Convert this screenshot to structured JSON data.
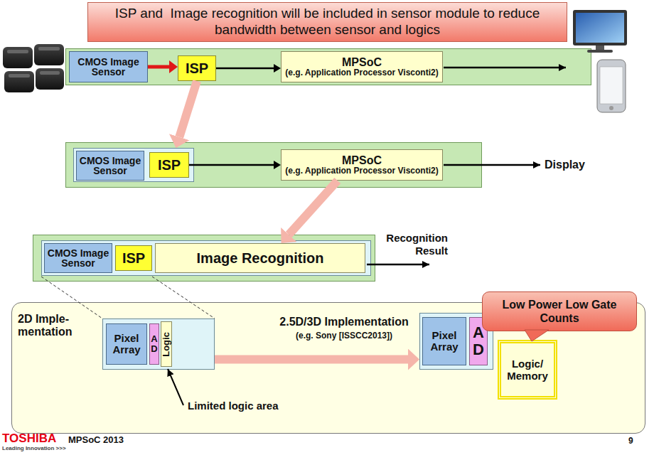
{
  "diagram": {
    "title": "ISP and  Image recognition will be included in sensor module to reduce bandwidth between sensor and logics",
    "nodes": [
      {
        "text": []
      },
      {
        "text": [
          "CMOS Image Sensor"
        ],
        "in": 0
      },
      {
        "text": [
          "ISP"
        ],
        "in": 0
      },
      {
        "text": [
          "MPSoC",
          "(e.g. Application Processor Visconti2)"
        ],
        "in": 0
      },
      {
        "text": []
      },
      {
        "text": [],
        "in": 4
      },
      {
        "text": [
          "CMOS Image Sensor"
        ],
        "in": 5
      },
      {
        "text": [
          "ISP"
        ],
        "in": 5
      },
      {
        "text": [
          "MPSoC",
          "(e.g. Application Processor Visconti2)"
        ],
        "in": 4
      },
      {
        "text": []
      },
      {
        "text": [],
        "in": 9
      },
      {
        "text": [
          "CMOS Image Sensor"
        ],
        "in": 10
      },
      {
        "text": [
          "ISP"
        ],
        "in": 10
      },
      {
        "text": [
          "Image Recognition"
        ],
        "in": 10
      },
      {
        "text": [
          "2D Imple- mentation",
          "2.5D/3D Implementation",
          "(e.g. Sony [ISSCC2013])"
        ]
      },
      {
        "text": [],
        "in": 14
      },
      {
        "text": [
          "Pixel Array"
        ],
        "in": 15
      },
      {
        "text": [
          "AD"
        ],
        "in": 15
      },
      {
        "text": [
          "Logic"
        ],
        "in": 15
      },
      {
        "text": [],
        "in": 14
      },
      {
        "text": [
          "Pixel Array"
        ],
        "in": 19
      },
      {
        "text": [
          "AD"
        ],
        "in": 19
      },
      {
        "text": [
          "Logic/ Memory"
        ],
        "in": 14
      },
      {
        "text": [
          "Low Power Low Gate Counts"
        ]
      }
    ],
    "edges": [
      {
        "from": 1,
        "to": 2,
        "arrow": "to"
      },
      {
        "from": 2,
        "to": 3,
        "arrow": "to"
      },
      {
        "from": 2,
        "to": 5,
        "arrow": "to"
      },
      {
        "from": 7,
        "to": 8,
        "arrow": "to"
      },
      {
        "from": 8,
        "to": 13,
        "arrow": "to"
      },
      {
        "from": 15,
        "to": 19,
        "arrow": "to"
      }
    ],
    "labels": [
      "Recognition Result",
      "Display",
      "Limited logic area",
      "TOSHIBA",
      "Leading Innovation >>>",
      "MPSoC 2013",
      "9"
    ]
  }
}
